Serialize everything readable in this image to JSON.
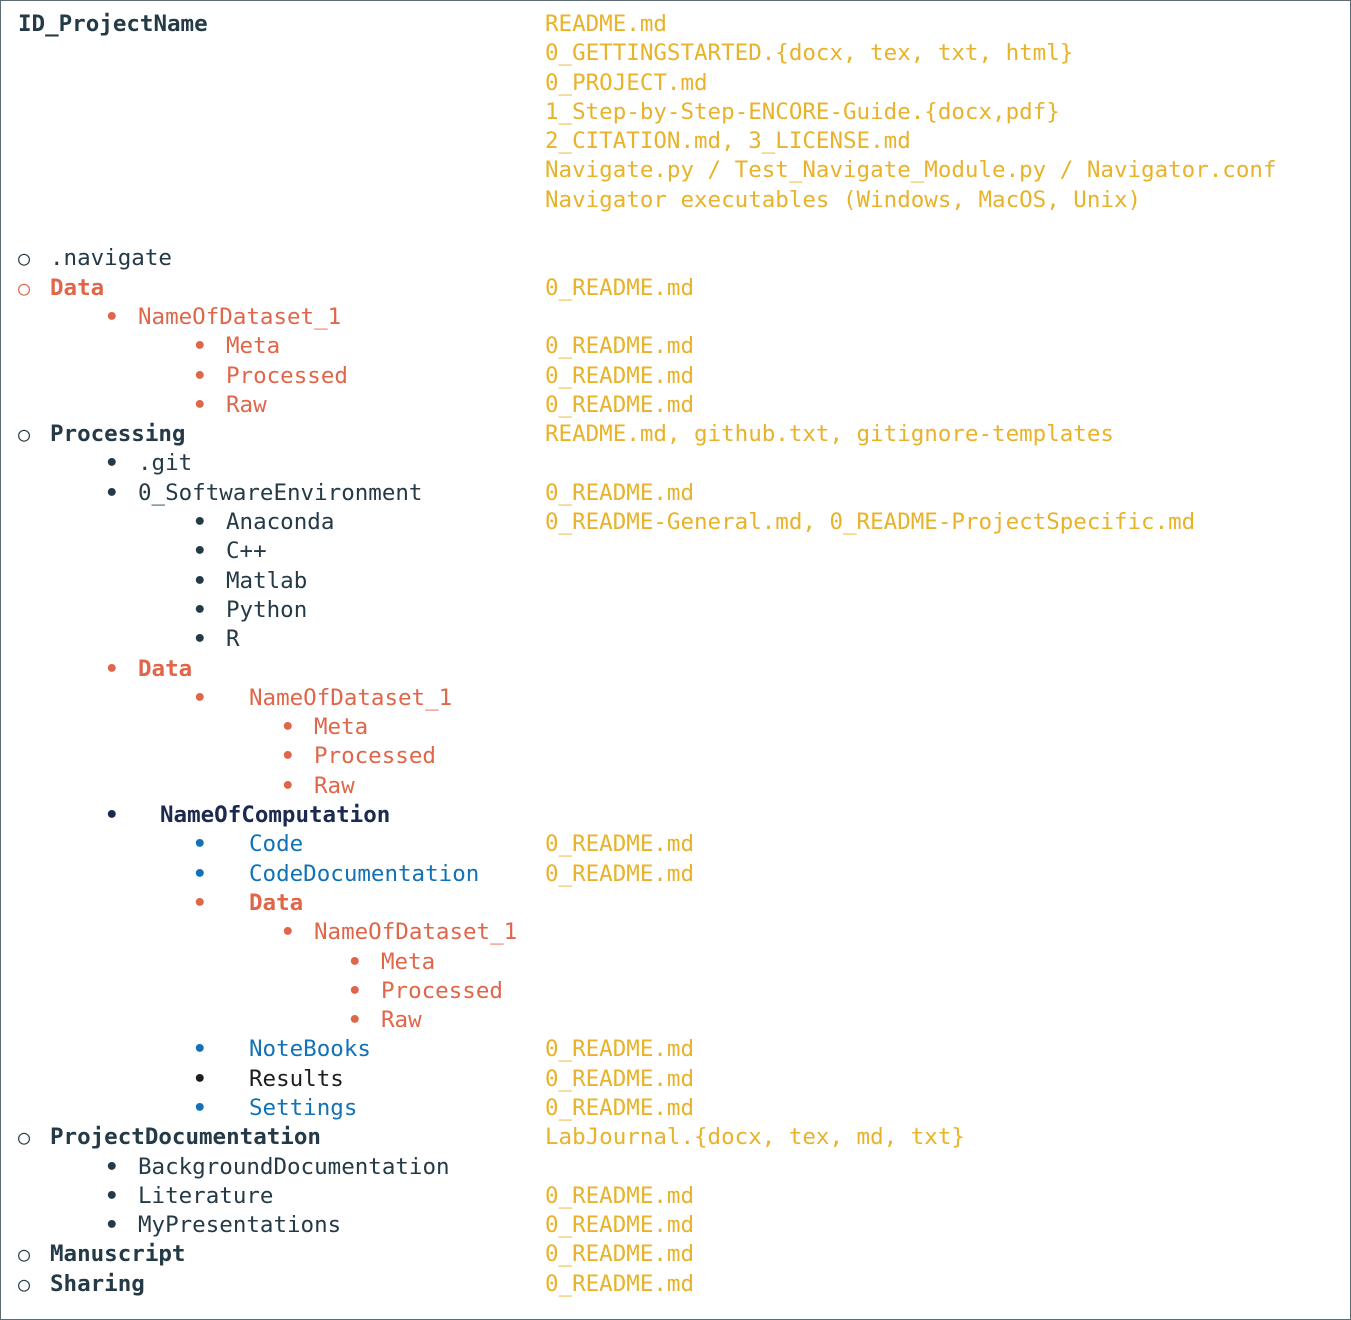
{
  "root": {
    "name": "ID_ProjectName",
    "files": [
      "README.md",
      "0_GETTINGSTARTED.{docx, tex, txt, html}",
      "0_PROJECT.md",
      "1_Step-by-Step-ENCORE-Guide.{docx,pdf}",
      "2_CITATION.md, 3_LICENSE.md",
      "Navigate.py / Test_Navigate_Module.py / Navigator.conf",
      "Navigator executables (Windows, MacOS, Unix)"
    ]
  },
  "bullets": {
    "hollow": "○",
    "solid": "•"
  },
  "colors": {
    "dark": "#243a47",
    "black": "#1e1e1e",
    "orange": "#e0664a",
    "blue": "#1272b7",
    "navy": "#1d2a4f",
    "file": "#e8b22a",
    "border": "#5d6b72"
  },
  "tree": [
    {
      "level": 0,
      "name": ".navigate",
      "file": "",
      "color": "dark",
      "bold": false
    },
    {
      "level": 0,
      "name": "Data",
      "file": "0_README.md",
      "color": "orange",
      "bold": true
    },
    {
      "level": 1,
      "name": "NameOfDataset_1",
      "file": "",
      "color": "orange",
      "bold": false
    },
    {
      "level": 2,
      "name": "Meta",
      "file": "0_README.md",
      "color": "orange",
      "bold": false
    },
    {
      "level": 2,
      "name": "Processed",
      "file": "0_README.md",
      "color": "orange",
      "bold": false
    },
    {
      "level": 2,
      "name": "Raw",
      "file": "0_README.md",
      "color": "orange",
      "bold": false
    },
    {
      "level": 0,
      "name": "Processing",
      "file": "README.md, github.txt, gitignore-templates",
      "color": "dark",
      "bold": true
    },
    {
      "level": 1,
      "name": ".git",
      "file": "",
      "color": "dark",
      "bold": false
    },
    {
      "level": 1,
      "name": "0_SoftwareEnvironment",
      "file": "0_README.md",
      "color": "dark",
      "bold": false
    },
    {
      "level": 2,
      "name": "Anaconda",
      "file": "0_README-General.md, 0_README-ProjectSpecific.md",
      "color": "dark",
      "bold": false
    },
    {
      "level": 2,
      "name": "C++",
      "file": "",
      "color": "dark",
      "bold": false
    },
    {
      "level": 2,
      "name": "Matlab",
      "file": "",
      "color": "dark",
      "bold": false
    },
    {
      "level": 2,
      "name": "Python",
      "file": "",
      "color": "dark",
      "bold": false
    },
    {
      "level": 2,
      "name": "R",
      "file": "",
      "color": "dark",
      "bold": false
    },
    {
      "level": 1,
      "name": "Data",
      "file": "",
      "color": "orange",
      "bold": true
    },
    {
      "level": 2,
      "name": "NameOfDataset_1",
      "file": "",
      "color": "orange",
      "bold": false,
      "wide": true
    },
    {
      "level": 3,
      "name": "Meta",
      "file": "",
      "color": "orange",
      "bold": false
    },
    {
      "level": 3,
      "name": "Processed",
      "file": "",
      "color": "orange",
      "bold": false
    },
    {
      "level": 3,
      "name": "Raw",
      "file": "",
      "color": "orange",
      "bold": false
    },
    {
      "level": 1,
      "name": "NameOfComputation",
      "file": "",
      "color": "navy",
      "bold": true,
      "wide": true
    },
    {
      "level": 2,
      "name": "Code",
      "file": "0_README.md",
      "color": "blue",
      "bold": false,
      "wide": true
    },
    {
      "level": 2,
      "name": "CodeDocumentation",
      "file": "0_README.md",
      "color": "blue",
      "bold": false,
      "wide": true
    },
    {
      "level": 2,
      "name": "Data",
      "file": "",
      "color": "orange",
      "bold": true,
      "wide": true
    },
    {
      "level": 3,
      "name": "NameOfDataset_1",
      "file": "",
      "color": "orange",
      "bold": false
    },
    {
      "level": 4,
      "name": "Meta",
      "file": "",
      "color": "orange",
      "bold": false
    },
    {
      "level": 4,
      "name": "Processed",
      "file": "",
      "color": "orange",
      "bold": false
    },
    {
      "level": 4,
      "name": "Raw",
      "file": "",
      "color": "orange",
      "bold": false
    },
    {
      "level": 2,
      "name": "NoteBooks",
      "file": "0_README.md",
      "color": "blue",
      "bold": false,
      "wide": true
    },
    {
      "level": 2,
      "name": "Results",
      "file": "0_README.md",
      "color": "black",
      "bold": false,
      "wide": true
    },
    {
      "level": 2,
      "name": "Settings",
      "file": "0_README.md",
      "color": "blue",
      "bold": false,
      "wide": true
    },
    {
      "level": 0,
      "name": "ProjectDocumentation",
      "file": "LabJournal.{docx, tex, md, txt}",
      "color": "dark",
      "bold": true
    },
    {
      "level": 1,
      "name": "BackgroundDocumentation",
      "file": "",
      "color": "dark",
      "bold": false
    },
    {
      "level": 1,
      "name": "Literature",
      "file": "0_README.md",
      "color": "dark",
      "bold": false
    },
    {
      "level": 1,
      "name": "MyPresentations",
      "file": "0_README.md",
      "color": "dark",
      "bold": false
    },
    {
      "level": 0,
      "name": "Manuscript",
      "file": "0_README.md",
      "color": "dark",
      "bold": true
    },
    {
      "level": 0,
      "name": "Sharing",
      "file": "0_README.md",
      "color": "dark",
      "bold": true
    }
  ]
}
